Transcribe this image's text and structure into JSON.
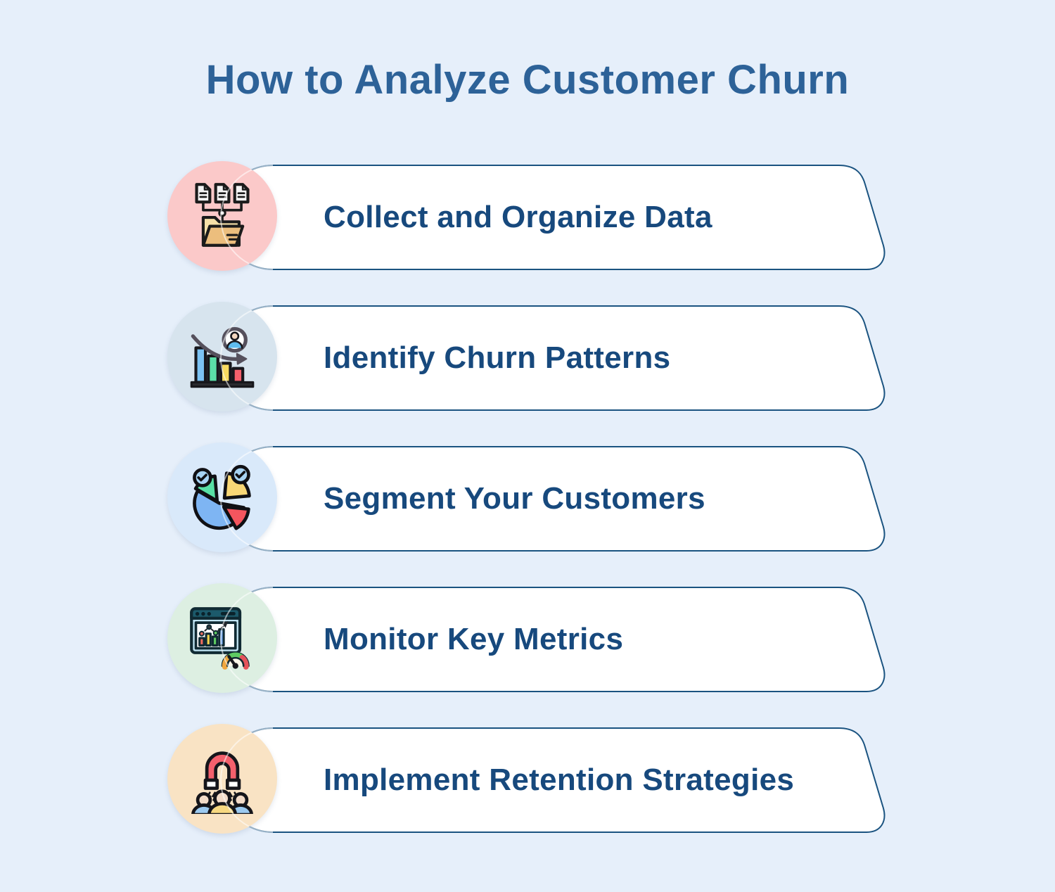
{
  "title": "How to Analyze Customer Churn",
  "steps": [
    {
      "label": "Collect and Organize Data",
      "icon": "data-collection-icon",
      "circle_color": "#FBC9C9"
    },
    {
      "label": "Identify Churn Patterns",
      "icon": "churn-trend-icon",
      "circle_color": "#D7E4EE"
    },
    {
      "label": "Segment Your Customers",
      "icon": "customer-segment-icon",
      "circle_color": "#D9E9FA"
    },
    {
      "label": "Monitor Key Metrics",
      "icon": "metrics-dashboard-icon",
      "circle_color": "#DDEFE2"
    },
    {
      "label": "Implement Retention Strategies",
      "icon": "magnet-retention-icon",
      "circle_color": "#F9E3C4"
    }
  ],
  "colors": {
    "background": "#E6EFFA",
    "card_fill": "#FFFFFF",
    "card_border": "#1A5380",
    "title_text": "#2D6298",
    "label_text": "#17497D"
  }
}
